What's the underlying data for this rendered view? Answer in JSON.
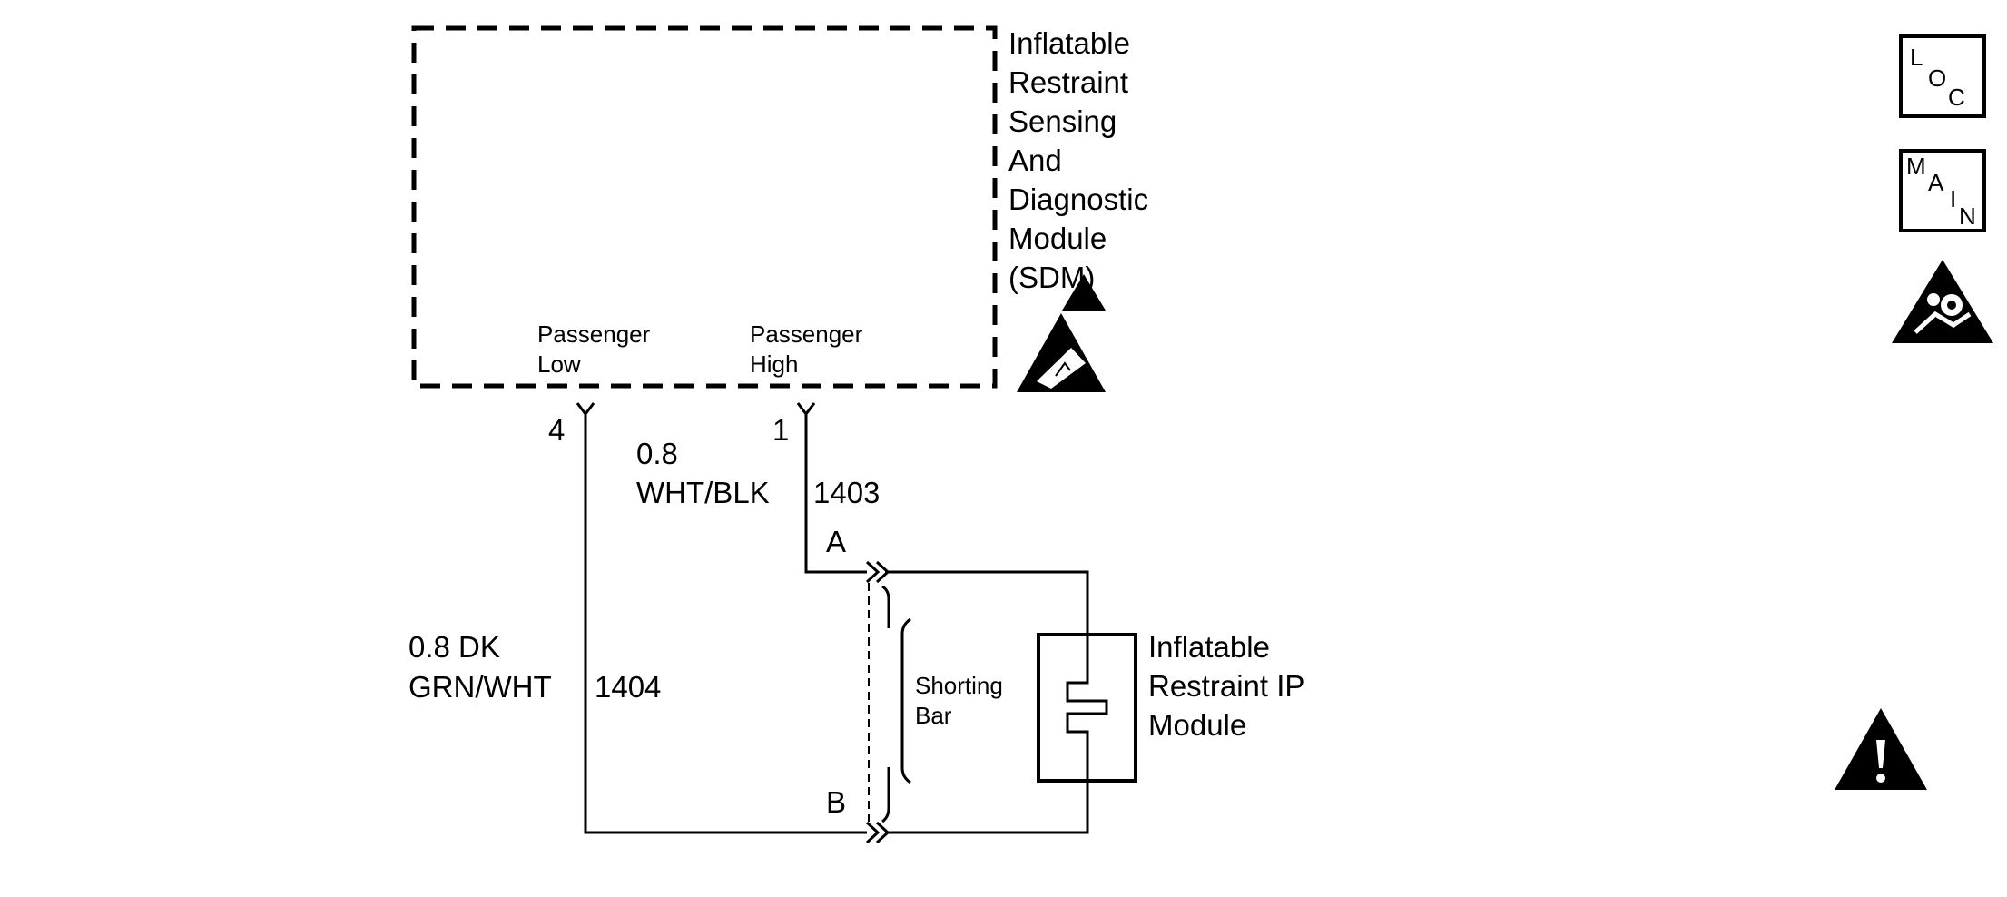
{
  "sdm": {
    "name_lines": [
      "Inflatable",
      "Restraint",
      "Sensing",
      "And",
      "Diagnostic",
      "Module",
      "(SDM)"
    ],
    "pin_low_label": [
      "Passenger",
      "Low"
    ],
    "pin_high_label": [
      "Passenger",
      "High"
    ],
    "pin_low_number": "4",
    "pin_high_number": "1"
  },
  "wires": {
    "high": {
      "gauge": "0.8",
      "color": "WHT/BLK",
      "circuit": "1403"
    },
    "low": {
      "gauge": "0.8 DK",
      "color": "GRN/WHT",
      "circuit": "1404"
    }
  },
  "connector": {
    "terminal_a": "A",
    "terminal_b": "B",
    "shorting_bar_label": [
      "Shorting",
      "Bar"
    ]
  },
  "module": {
    "name_lines": [
      "Inflatable",
      "Restraint IP",
      "Module"
    ]
  },
  "side_icons": {
    "loc_letters": [
      "L",
      "O",
      "C"
    ],
    "main_letters": [
      "M",
      "A",
      "I",
      "N"
    ],
    "icons": [
      "loc-icon",
      "main-icon",
      "airbag-warning-icon",
      "caution-icon",
      "esd-icon"
    ]
  }
}
